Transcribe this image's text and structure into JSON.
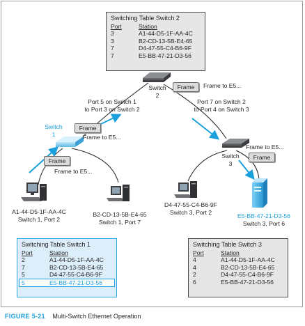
{
  "caption": {
    "figure": "FIGURE 5-21",
    "text": "Multi-Switch Ethernet Operation"
  },
  "tables": {
    "switch2": {
      "title": "Switching Table Switch 2",
      "headers": {
        "port": "Port",
        "station": "Station"
      },
      "rows": [
        {
          "port": "3",
          "station": "A1-44-D5-1F-AA-4C"
        },
        {
          "port": "3",
          "station": "B2-CD-13-5B-E4-65"
        },
        {
          "port": "7",
          "station": "D4-47-55-C4-B6-9F"
        },
        {
          "port": "7",
          "station": "E5-BB-47-21-D3-56"
        }
      ]
    },
    "switch1": {
      "title": "Switching Table Switch 1",
      "headers": {
        "port": "Port",
        "station": "Station"
      },
      "rows": [
        {
          "port": "2",
          "station": "A1-44-D5-1F-AA-4C"
        },
        {
          "port": "7",
          "station": "B2-CD-13-5B-E4-65"
        },
        {
          "port": "5",
          "station": "D4-47-55-C4-B6-9F"
        },
        {
          "port": "5",
          "station": "E5-BB-47-21-D3-56"
        }
      ]
    },
    "switch3": {
      "title": "Switching Table Switch 3",
      "headers": {
        "port": "Port",
        "station": "Station"
      },
      "rows": [
        {
          "port": "4",
          "station": "A1-44-D5-1F-AA-4C"
        },
        {
          "port": "4",
          "station": "B2-CD-13-5B-E4-65"
        },
        {
          "port": "2",
          "station": "D4-47-55-C4-B6-9F"
        },
        {
          "port": "6",
          "station": "E5-BB-47-21-D3-56"
        }
      ]
    }
  },
  "switches": {
    "switch1": "Switch\n1",
    "switch2": "Switch\n2",
    "switch3": "Switch\n3"
  },
  "frames": {
    "label": "Frame",
    "to_e5": "Frame to E5..."
  },
  "links": {
    "s1_s2": "Port 5 on Switch 1\nto Port 3 on Switch 2",
    "s2_s3": "Port 7 on Switch 2\nto Port 4 on Switch 3"
  },
  "stations": {
    "a1": {
      "address": "A1-44-D5-1F-AA-4C",
      "location": "Switch 1, Port 2"
    },
    "b2": {
      "address": "B2-CD-13-5B-E4-65",
      "location": "Switch 1, Port 7"
    },
    "d4": {
      "address": "D4-47-55-C4-B6-9F",
      "location": "Switch 3, Port 2"
    },
    "e5": {
      "address": "E5-BB-47-21-D3-56",
      "location": "Switch 3, Port 6"
    }
  },
  "colors": {
    "accent": "#1aa0dd",
    "table_gray": "#e6e6e6",
    "table_blue": "#dbeef9"
  }
}
